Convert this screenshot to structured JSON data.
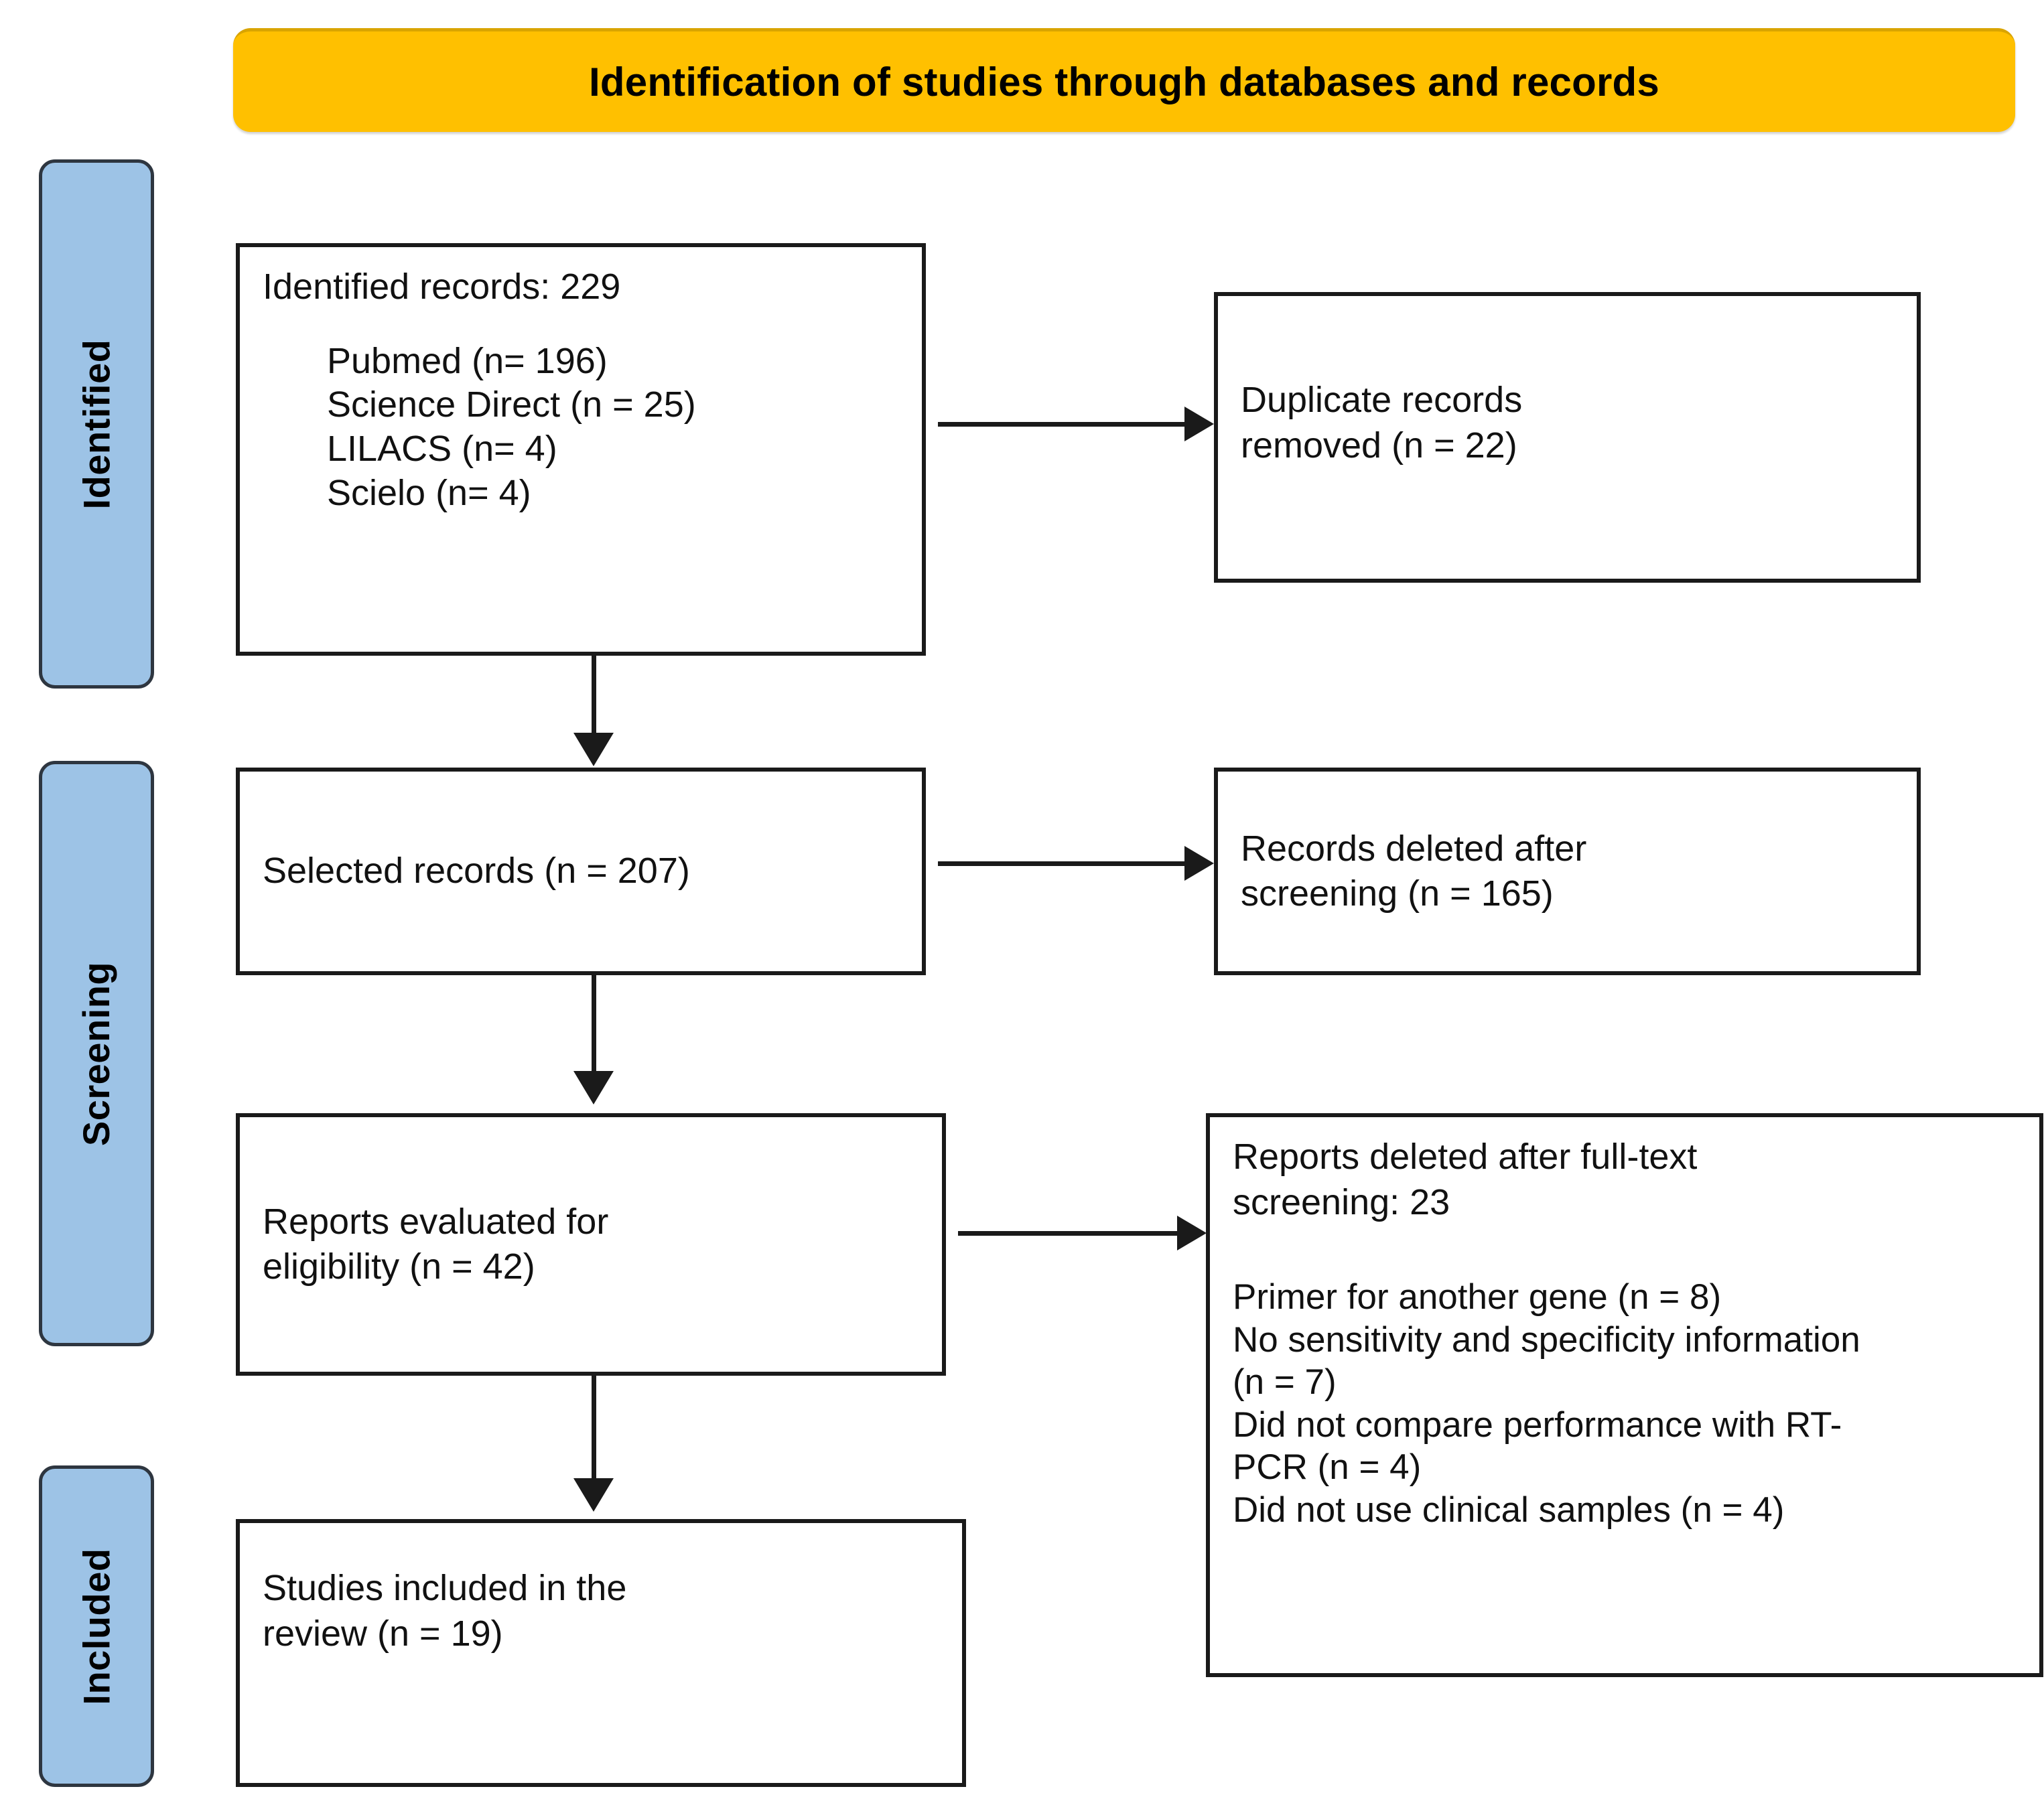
{
  "header": {
    "title": "Identification of studies through databases and records",
    "background_color": "#FFC000",
    "text_color": "#000000"
  },
  "stages": [
    {
      "id": "identified",
      "label": "Identified"
    },
    {
      "id": "screening",
      "label": "Screening"
    },
    {
      "id": "included",
      "label": "Included"
    }
  ],
  "stage_bar_color": "#9DC3E6",
  "boxes": {
    "identified_records": {
      "title": "Identified records: 229",
      "sources": "Pubmed (n= 196)\nScience Direct (n = 25)\nLILACS (n= 4)\nScielo (n= 4)"
    },
    "duplicates_removed": {
      "text": "Duplicate records\nremoved (n = 22)"
    },
    "selected_records": {
      "text": "Selected records (n = 207)"
    },
    "records_deleted_screening": {
      "text": "Records deleted after\nscreening (n = 165)"
    },
    "reports_eligibility": {
      "text": "Reports evaluated for\neligibility (n = 42)"
    },
    "reports_excluded": {
      "title": "Reports deleted after full-text\nscreening: 23",
      "reasons": "Primer for another gene (n = 8)\nNo sensitivity and specificity information\n(n = 7)\nDid not compare performance with RT-\nPCR (n = 4)\nDid not use clinical samples (n = 4)"
    },
    "studies_included": {
      "text": "Studies included in the\nreview (n = 19)"
    }
  },
  "chart_data": {
    "type": "diagram",
    "title": "Identification of studies through databases and records",
    "nodes": [
      {
        "id": "identified_records",
        "stage": "Identified",
        "label": "Identified records: 229",
        "count": 229,
        "breakdown": [
          {
            "source": "Pubmed",
            "n": 196
          },
          {
            "source": "Science Direct",
            "n": 25
          },
          {
            "source": "LILACS",
            "n": 4
          },
          {
            "source": "Scielo",
            "n": 4
          }
        ]
      },
      {
        "id": "duplicates_removed",
        "stage": "Identified",
        "label": "Duplicate records removed",
        "count": 22
      },
      {
        "id": "selected_records",
        "stage": "Screening",
        "label": "Selected records",
        "count": 207
      },
      {
        "id": "records_deleted_screening",
        "stage": "Screening",
        "label": "Records deleted after screening",
        "count": 165
      },
      {
        "id": "reports_eligibility",
        "stage": "Screening",
        "label": "Reports evaluated for eligibility",
        "count": 42
      },
      {
        "id": "reports_excluded",
        "stage": "Screening",
        "label": "Reports deleted after full-text screening",
        "count": 23,
        "breakdown": [
          {
            "reason": "Primer for another gene",
            "n": 8
          },
          {
            "reason": "No sensitivity and specificity information",
            "n": 7
          },
          {
            "reason": "Did not compare performance with RT-PCR",
            "n": 4
          },
          {
            "reason": "Did not use clinical samples",
            "n": 4
          }
        ]
      },
      {
        "id": "studies_included",
        "stage": "Included",
        "label": "Studies included in the review",
        "count": 19
      }
    ],
    "edges": [
      {
        "from": "identified_records",
        "to": "duplicates_removed",
        "direction": "right"
      },
      {
        "from": "identified_records",
        "to": "selected_records",
        "direction": "down"
      },
      {
        "from": "selected_records",
        "to": "records_deleted_screening",
        "direction": "right"
      },
      {
        "from": "selected_records",
        "to": "reports_eligibility",
        "direction": "down"
      },
      {
        "from": "reports_eligibility",
        "to": "reports_excluded",
        "direction": "right"
      },
      {
        "from": "reports_eligibility",
        "to": "studies_included",
        "direction": "down"
      }
    ]
  }
}
